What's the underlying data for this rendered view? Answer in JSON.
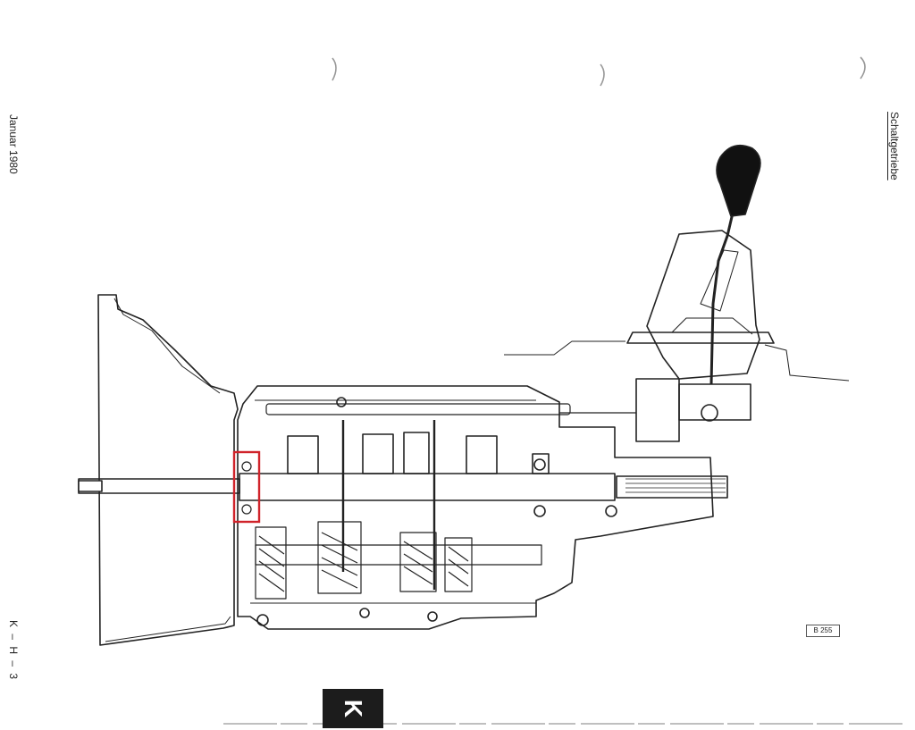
{
  "header": {
    "date": "Januar 1980",
    "section": "Schaltgetriebe"
  },
  "footer": {
    "page_code": "K – H – 3",
    "tab_letter": "K"
  },
  "figure": {
    "reference": "B 255",
    "highlight_color": "#d0232a"
  }
}
